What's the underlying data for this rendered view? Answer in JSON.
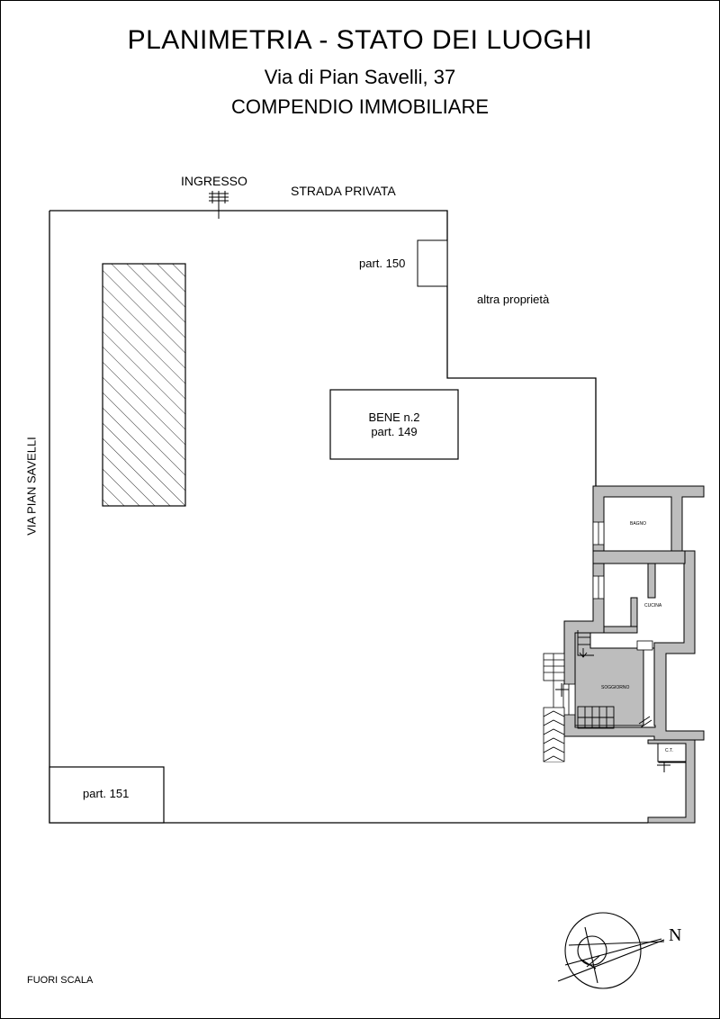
{
  "header": {
    "title": "PLANIMETRIA - STATO DEI LUOGHI",
    "address": "Via di Pian Savelli, 37",
    "subtitle": "COMPENDIO IMMOBILIARE"
  },
  "site": {
    "entrance_label": "INGRESSO",
    "road_label": "STRADA PRIVATA",
    "parcel_150": "part. 150",
    "other_property": "altra proprietà",
    "asset_line1": "BENE n.2",
    "asset_line2": "part. 149",
    "street_label": "VIA PIAN SAVELLI",
    "parcel_151": "part. 151"
  },
  "house": {
    "room_bath": "BAGNO",
    "room_kitchen": "CUCINA",
    "room_living": "SOGGIORNO",
    "room_ct": "C.T."
  },
  "footer": {
    "north_label": "N",
    "scale_note": "FUORI SCALA"
  }
}
